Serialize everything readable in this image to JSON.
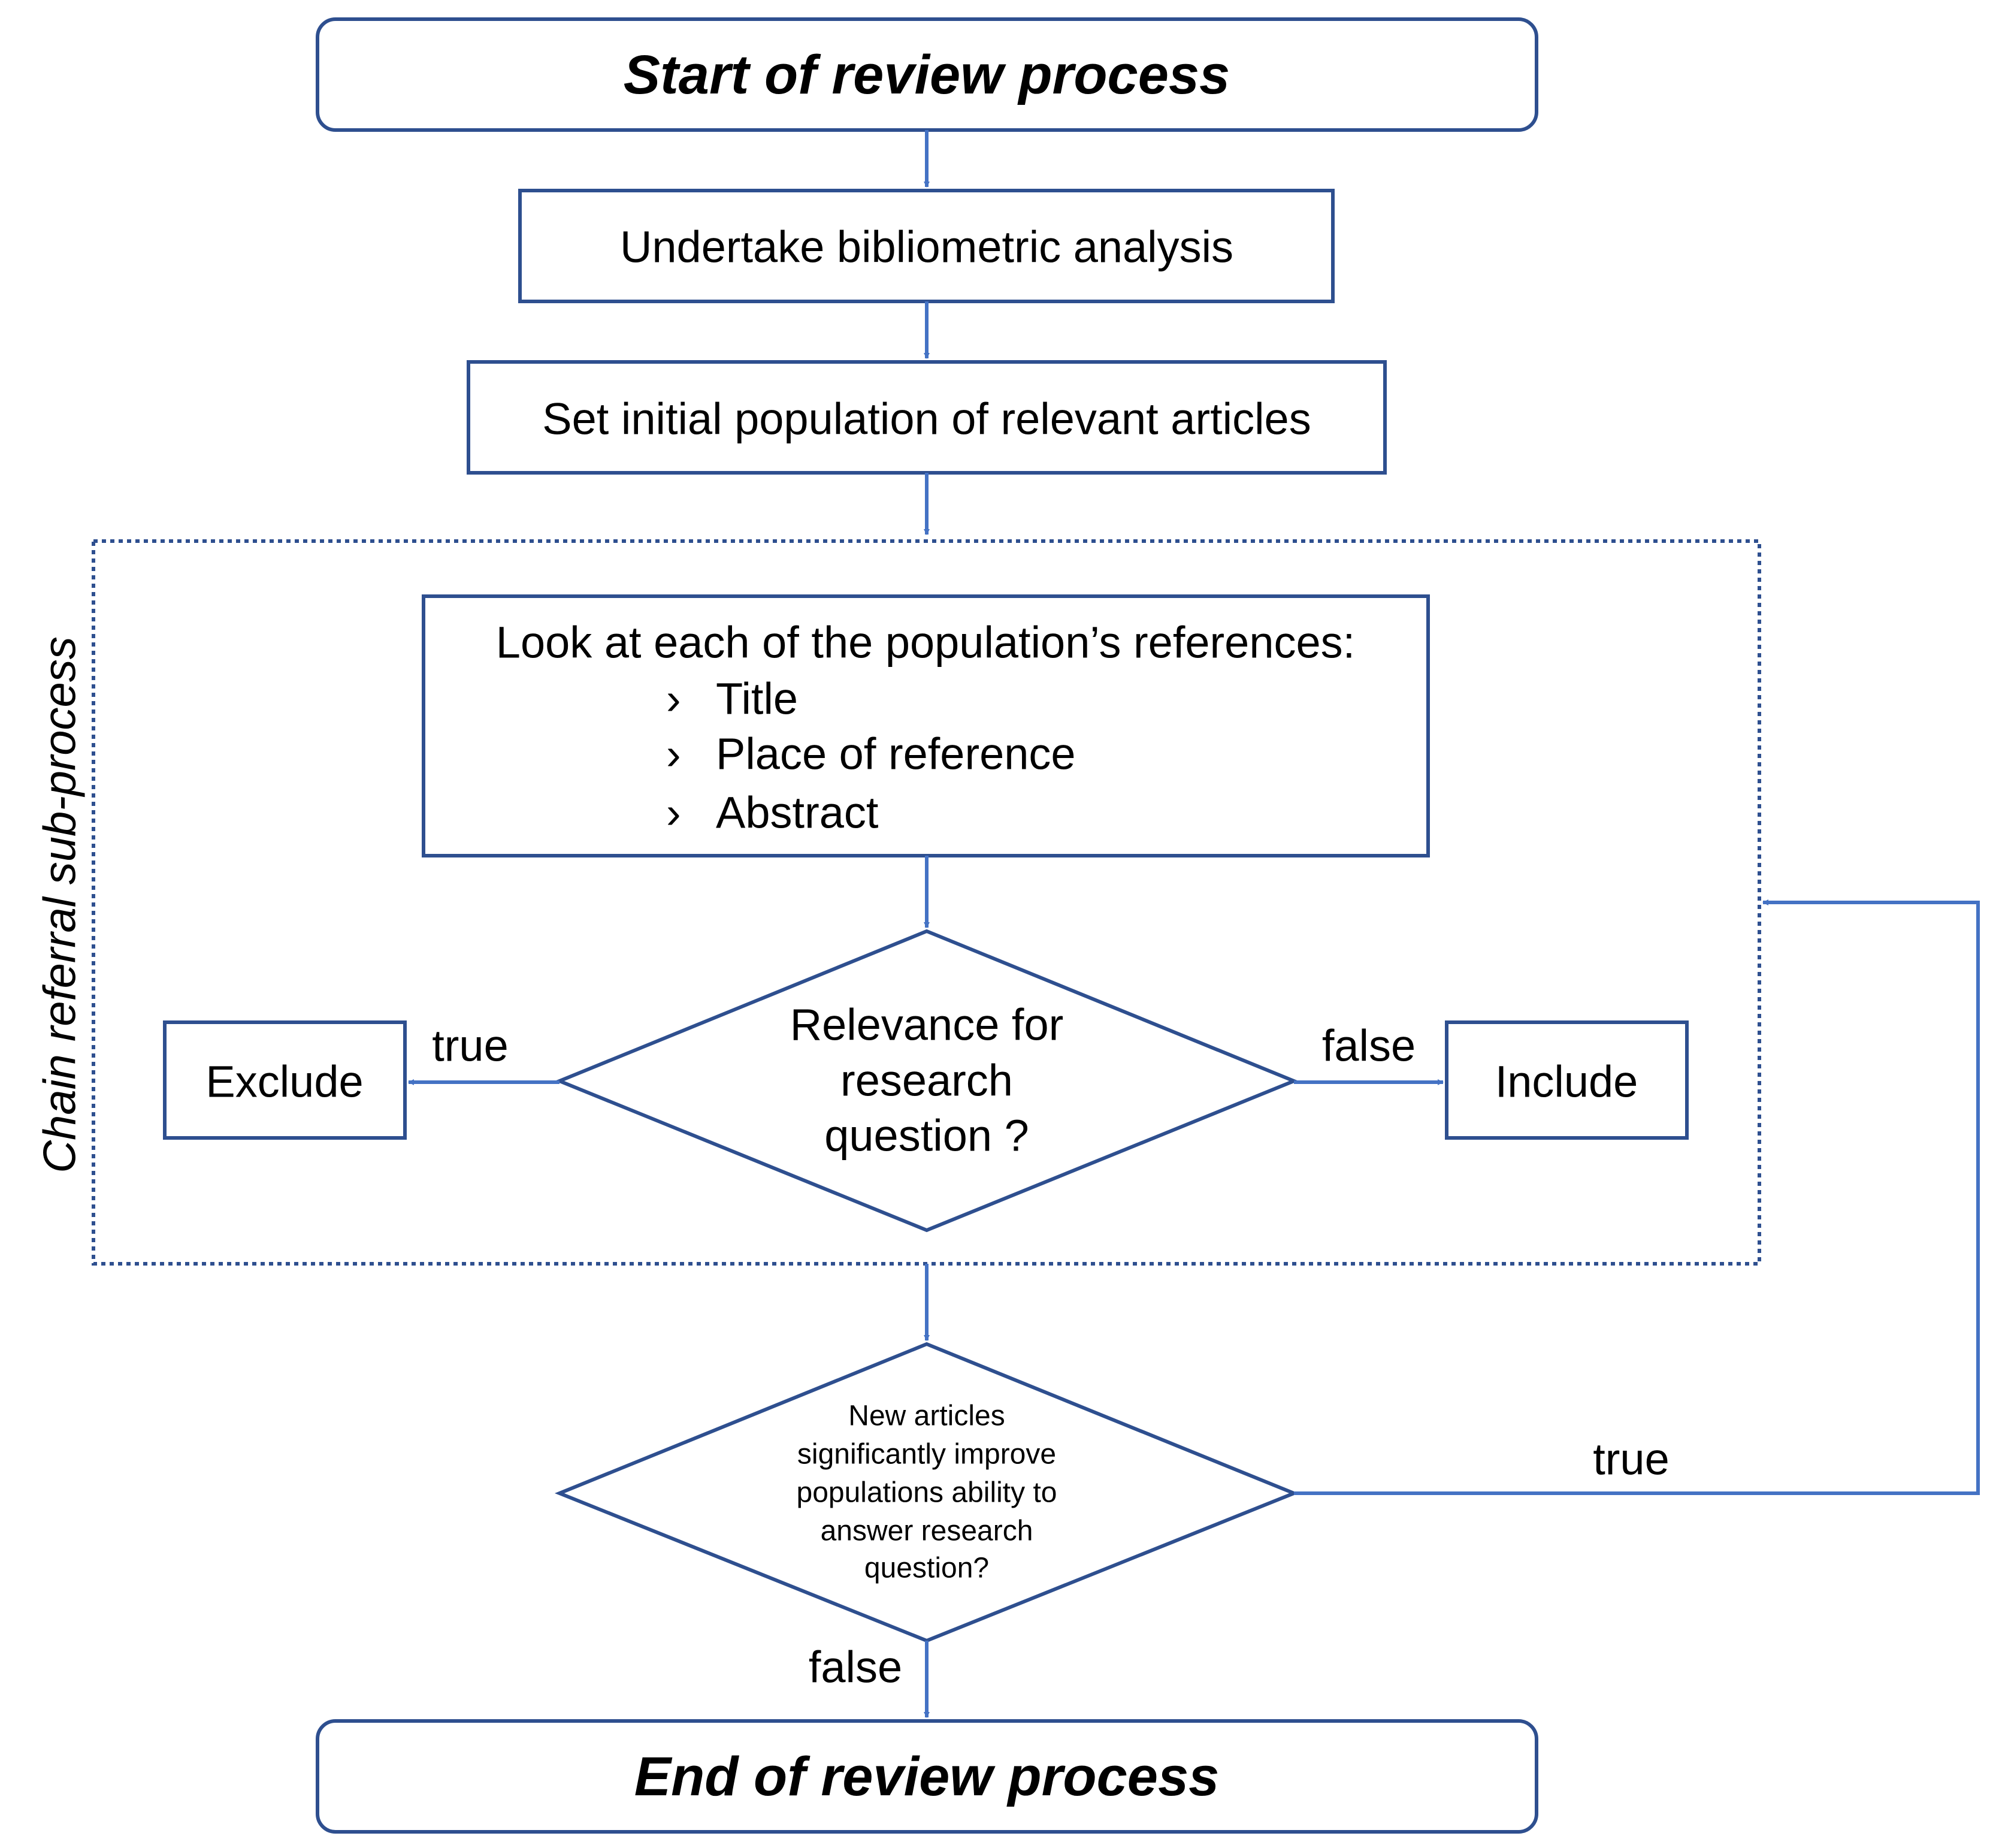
{
  "nodes": {
    "start": "Start of review process",
    "bibliometric": "Undertake bibliometric analysis",
    "initial_population": "Set initial population of relevant articles",
    "look_heading": "Look at each of the population’s references:",
    "look_bullet": "›",
    "look_items": [
      "Title",
      "Place of reference",
      "Abstract"
    ],
    "relevance": [
      "Relevance for",
      "research",
      "question ?"
    ],
    "exclude": "Exclude",
    "include": "Include",
    "new_articles": [
      "New articles",
      "significantly improve",
      "populations ability to",
      "answer research",
      "question?"
    ],
    "end": "End of review process"
  },
  "subprocess_label": "Chain referral sub-process",
  "edge_labels": {
    "relevance_true": "true",
    "relevance_false": "false",
    "loop_true": "true",
    "end_false": "false"
  },
  "colors": {
    "box_stroke": "#2e4f8f",
    "arrow": "#4472c4",
    "text": "#000000"
  }
}
